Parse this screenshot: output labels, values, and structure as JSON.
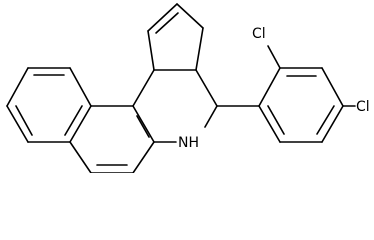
{
  "molecule": {
    "labels": {
      "cl_top": "Cl",
      "cl_right": "Cl",
      "nh": "NH"
    }
  },
  "colors": {
    "background": "#ffffff",
    "bond": "#000000",
    "text": "#000000"
  }
}
